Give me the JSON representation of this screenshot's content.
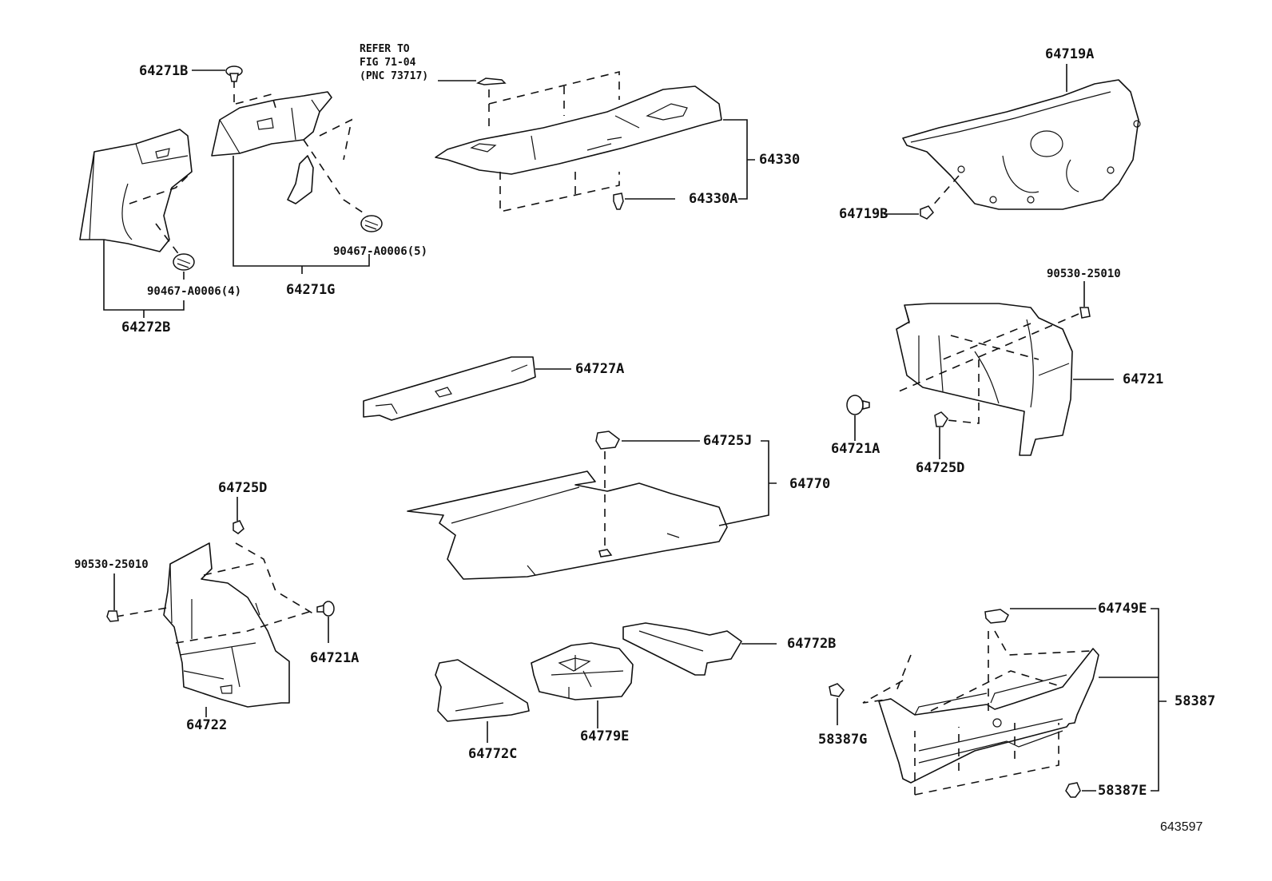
{
  "diagram": {
    "figure_number": "643597",
    "note": {
      "line1": "REFER TO",
      "line2": "FIG 71-04",
      "line3": "(PNC 73717)"
    },
    "labels": {
      "p64271B": "64271B",
      "p90467_5": "90467-A0006(5)",
      "p64271G": "64271G",
      "p90467_4": "90467-A0006(4)",
      "p64272B": "64272B",
      "p64330": "64330",
      "p64330A": "64330A",
      "p64719A": "64719A",
      "p64719B": "64719B",
      "p90530_right": "90530-25010",
      "p64721": "64721",
      "p64721A_right": "64721A",
      "p64725D_right": "64725D",
      "p64727A": "64727A",
      "p64725J": "64725J",
      "p64770": "64770",
      "p64725D_left": "64725D",
      "p90530_left": "90530-25010",
      "p64721A_left": "64721A",
      "p64722": "64722",
      "p64772B": "64772B",
      "p64772C": "64772C",
      "p64779E": "64779E",
      "p64749E": "64749E",
      "p58387": "58387",
      "p58387G": "58387G",
      "p58387E": "58387E"
    }
  }
}
